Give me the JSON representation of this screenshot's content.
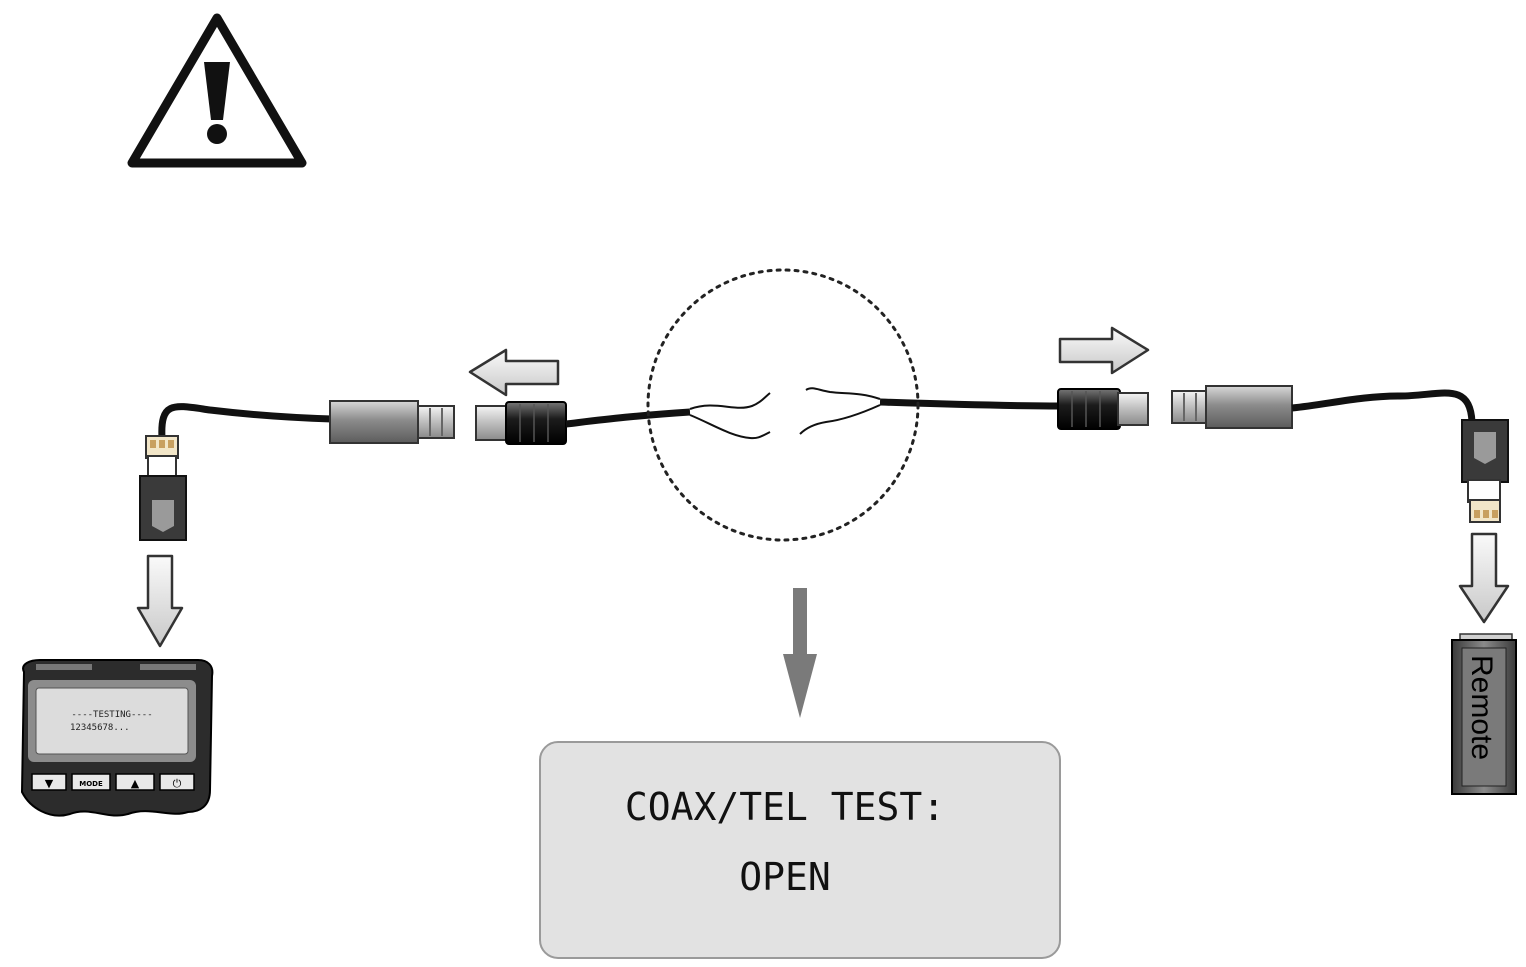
{
  "tester": {
    "screen_line1": "----TESTING----",
    "screen_line2": "12345678...",
    "buttons": [
      "▼",
      "MODE",
      "▲",
      "⏻"
    ]
  },
  "remote": {
    "label": "Remote"
  },
  "result_display": {
    "line1": "COAX/TEL TEST:",
    "line2": "OPEN"
  },
  "icons": {
    "warning": "warning-triangle-icon"
  },
  "colors": {
    "cable": "#111111",
    "connector_gray": "#8a8a8a",
    "display_bg": "#e2e2e2",
    "arrow_fill": "#eaeaea"
  }
}
